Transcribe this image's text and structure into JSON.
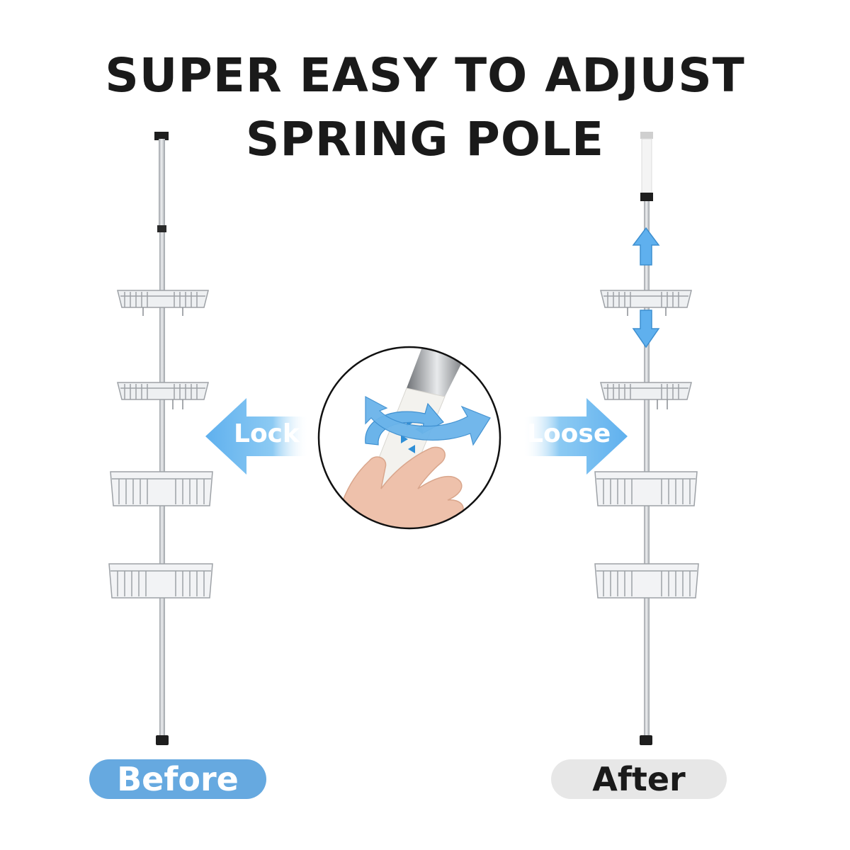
{
  "title": {
    "line1": "SUPER EASY TO ADJUST",
    "line2": "SPRING POLE"
  },
  "arrows": {
    "lock_label": "Lock",
    "loose_label": "Loose",
    "color": "#6bb4ea"
  },
  "badges": {
    "before_label": "Before",
    "after_label": "After",
    "before_color": "#66a9e0",
    "after_color": "#e7e7e7"
  },
  "product": {
    "pole_color": "#c9ccd0",
    "basket_color": "#b8bcc1",
    "shelves_per_pole": 4
  },
  "icons": [
    "up-arrow-icon",
    "down-arrow-icon",
    "rotate-arrows-icon"
  ]
}
